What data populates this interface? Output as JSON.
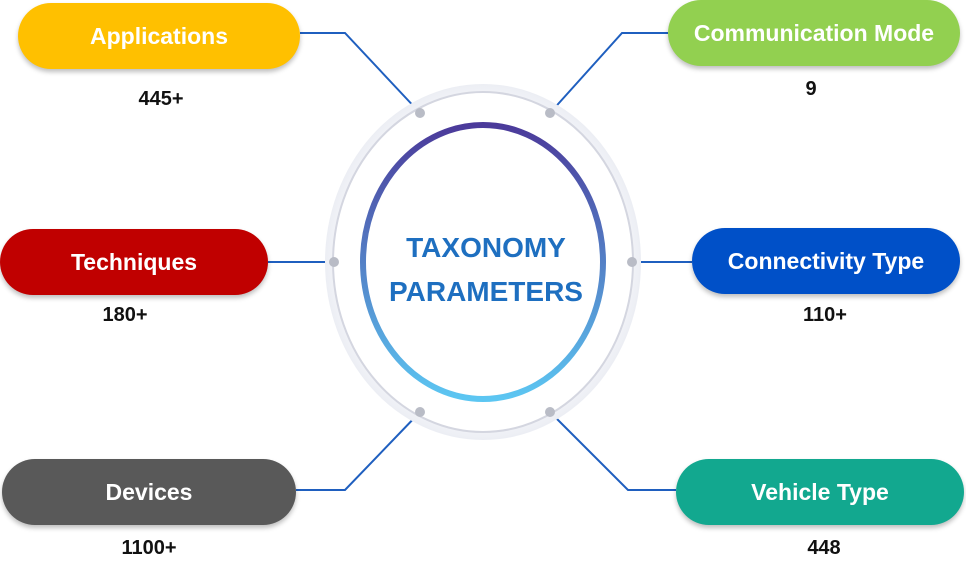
{
  "center": {
    "line1": "TAXONOMY",
    "line2": "PARAMETERS"
  },
  "nodes": [
    {
      "label": "Applications",
      "count": "445+",
      "color": "#ffc000"
    },
    {
      "label": "Techniques",
      "count": "180+",
      "color": "#c00000"
    },
    {
      "label": "Devices",
      "count": "1100+",
      "color": "#595959"
    },
    {
      "label": "Communication Mode",
      "count": "9",
      "color": "#92d050"
    },
    {
      "label": "Connectivity Type",
      "count": "110+",
      "color": "#0050c8"
    },
    {
      "label": "Vehicle Type",
      "count": "448",
      "color": "#12a88f"
    }
  ],
  "colors": {
    "connector": "#1f5fbf",
    "ring_outer": "#d4d6e0",
    "ring_gradient_top": "#4b3a9a",
    "ring_gradient_bottom": "#5cc6f2",
    "center_text": "#1e6fc0"
  }
}
